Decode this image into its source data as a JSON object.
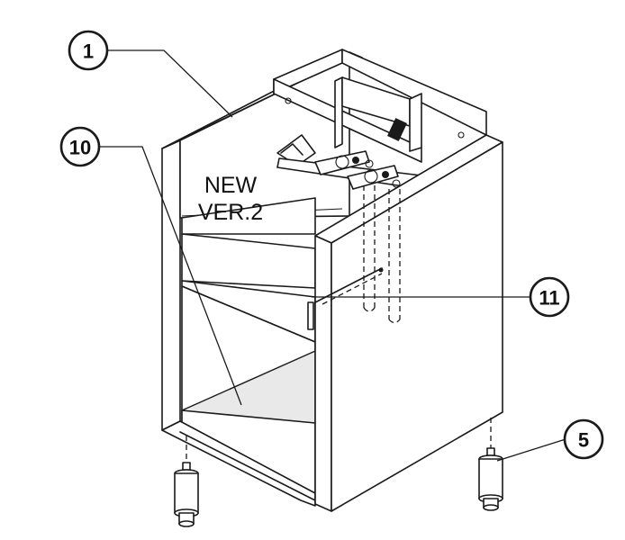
{
  "diagram": {
    "note_line1": "NEW",
    "note_line2": "VER.2",
    "callouts": [
      {
        "id": "callout-1",
        "label": "1"
      },
      {
        "id": "callout-10",
        "label": "10"
      },
      {
        "id": "callout-11",
        "label": "11"
      },
      {
        "id": "callout-5",
        "label": "5"
      }
    ]
  }
}
